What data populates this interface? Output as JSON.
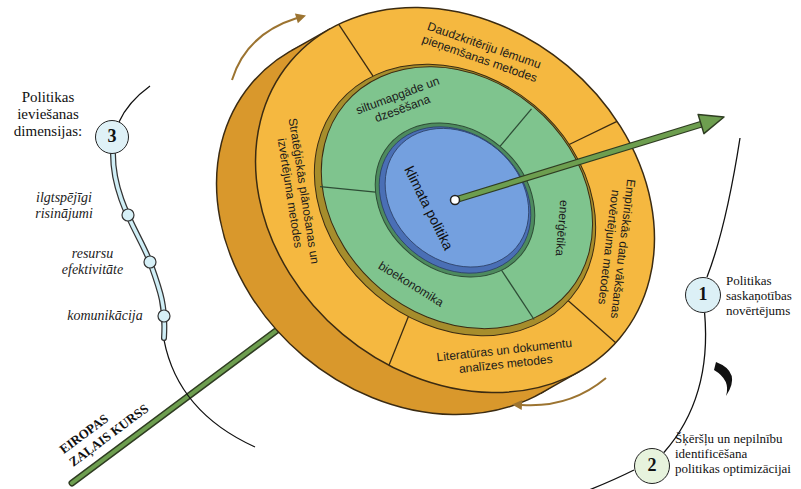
{
  "diagram": {
    "nodes": [
      {
        "text": [
          "3",
          "Politikas ieviešanas dimensijas:"
        ]
      },
      {
        "text": [
          "Daudzkritēriju lēmumu pieņemšanas metodes"
        ]
      },
      {
        "text": [
          "Stratēģiskās plānošanas un izvērtējuma metodes"
        ]
      },
      {
        "text": [
          "Empīriskās datu vākšanas novērtējuma metodes"
        ]
      },
      {
        "text": [
          "Literatūras un dokumentu analīzes metodes"
        ]
      },
      {
        "text": [
          "siltumapgāde un dzesēšana"
        ]
      },
      {
        "text": [
          "enerģētika"
        ]
      },
      {
        "text": [
          "bioekonomika"
        ]
      },
      {
        "text": [
          "klimata politika"
        ]
      },
      {
        "text": [
          "1",
          "Politikas saskaņotības novērtējums"
        ]
      },
      {
        "text": [
          "2",
          "Šķēršļu un nepilnību identificēšana politikas optimizācijai"
        ]
      }
    ],
    "edges": [
      {
        "from": 9,
        "to": 10,
        "arrow": "none"
      }
    ],
    "labels": [
      "ilgtspējīgi risinājumi",
      "resursu efektivitāte",
      "komunikācija",
      "EIROPAS ZAĻAIS KURSS"
    ]
  }
}
